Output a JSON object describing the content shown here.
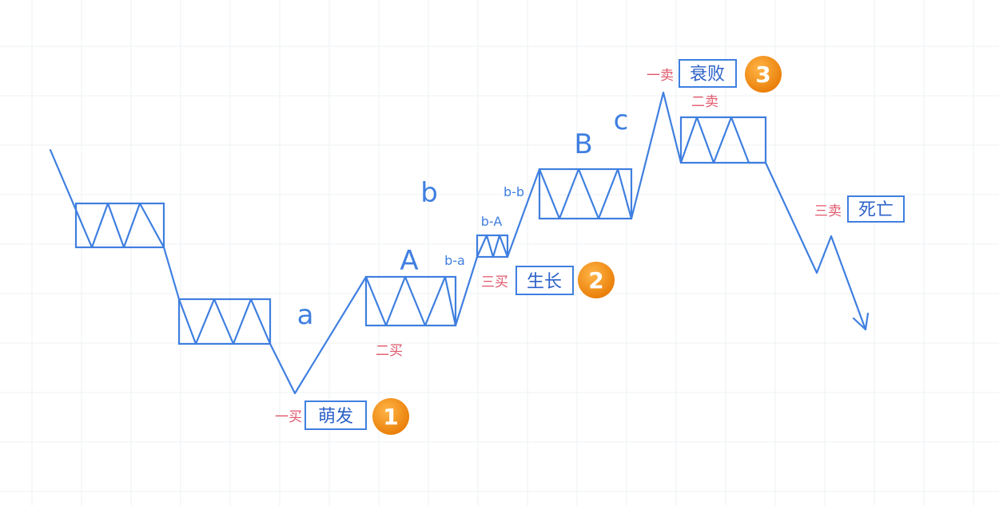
{
  "colors": {
    "line": "#3f7fe0",
    "grid": "#eef0f3",
    "signal": "#e0566a",
    "stage_text": "#2c62c8",
    "badge_fill": "#f5900f",
    "badge_text": "#ffffff"
  },
  "wave_labels": {
    "a": "a",
    "A": "A",
    "b": "b",
    "ba": "b-a",
    "bA": "b-A",
    "bb": "b-b",
    "B": "B",
    "c": "c"
  },
  "signals": {
    "buy1": "一买",
    "buy2": "二买",
    "buy3": "三买",
    "sell1": "一卖",
    "sell2": "二卖",
    "sell3": "三卖"
  },
  "stages": {
    "sprout": "萌发",
    "growth": "生长",
    "decline": "衰败",
    "death": "死亡"
  },
  "badges": {
    "one": "1",
    "two": "2",
    "three": "3"
  }
}
